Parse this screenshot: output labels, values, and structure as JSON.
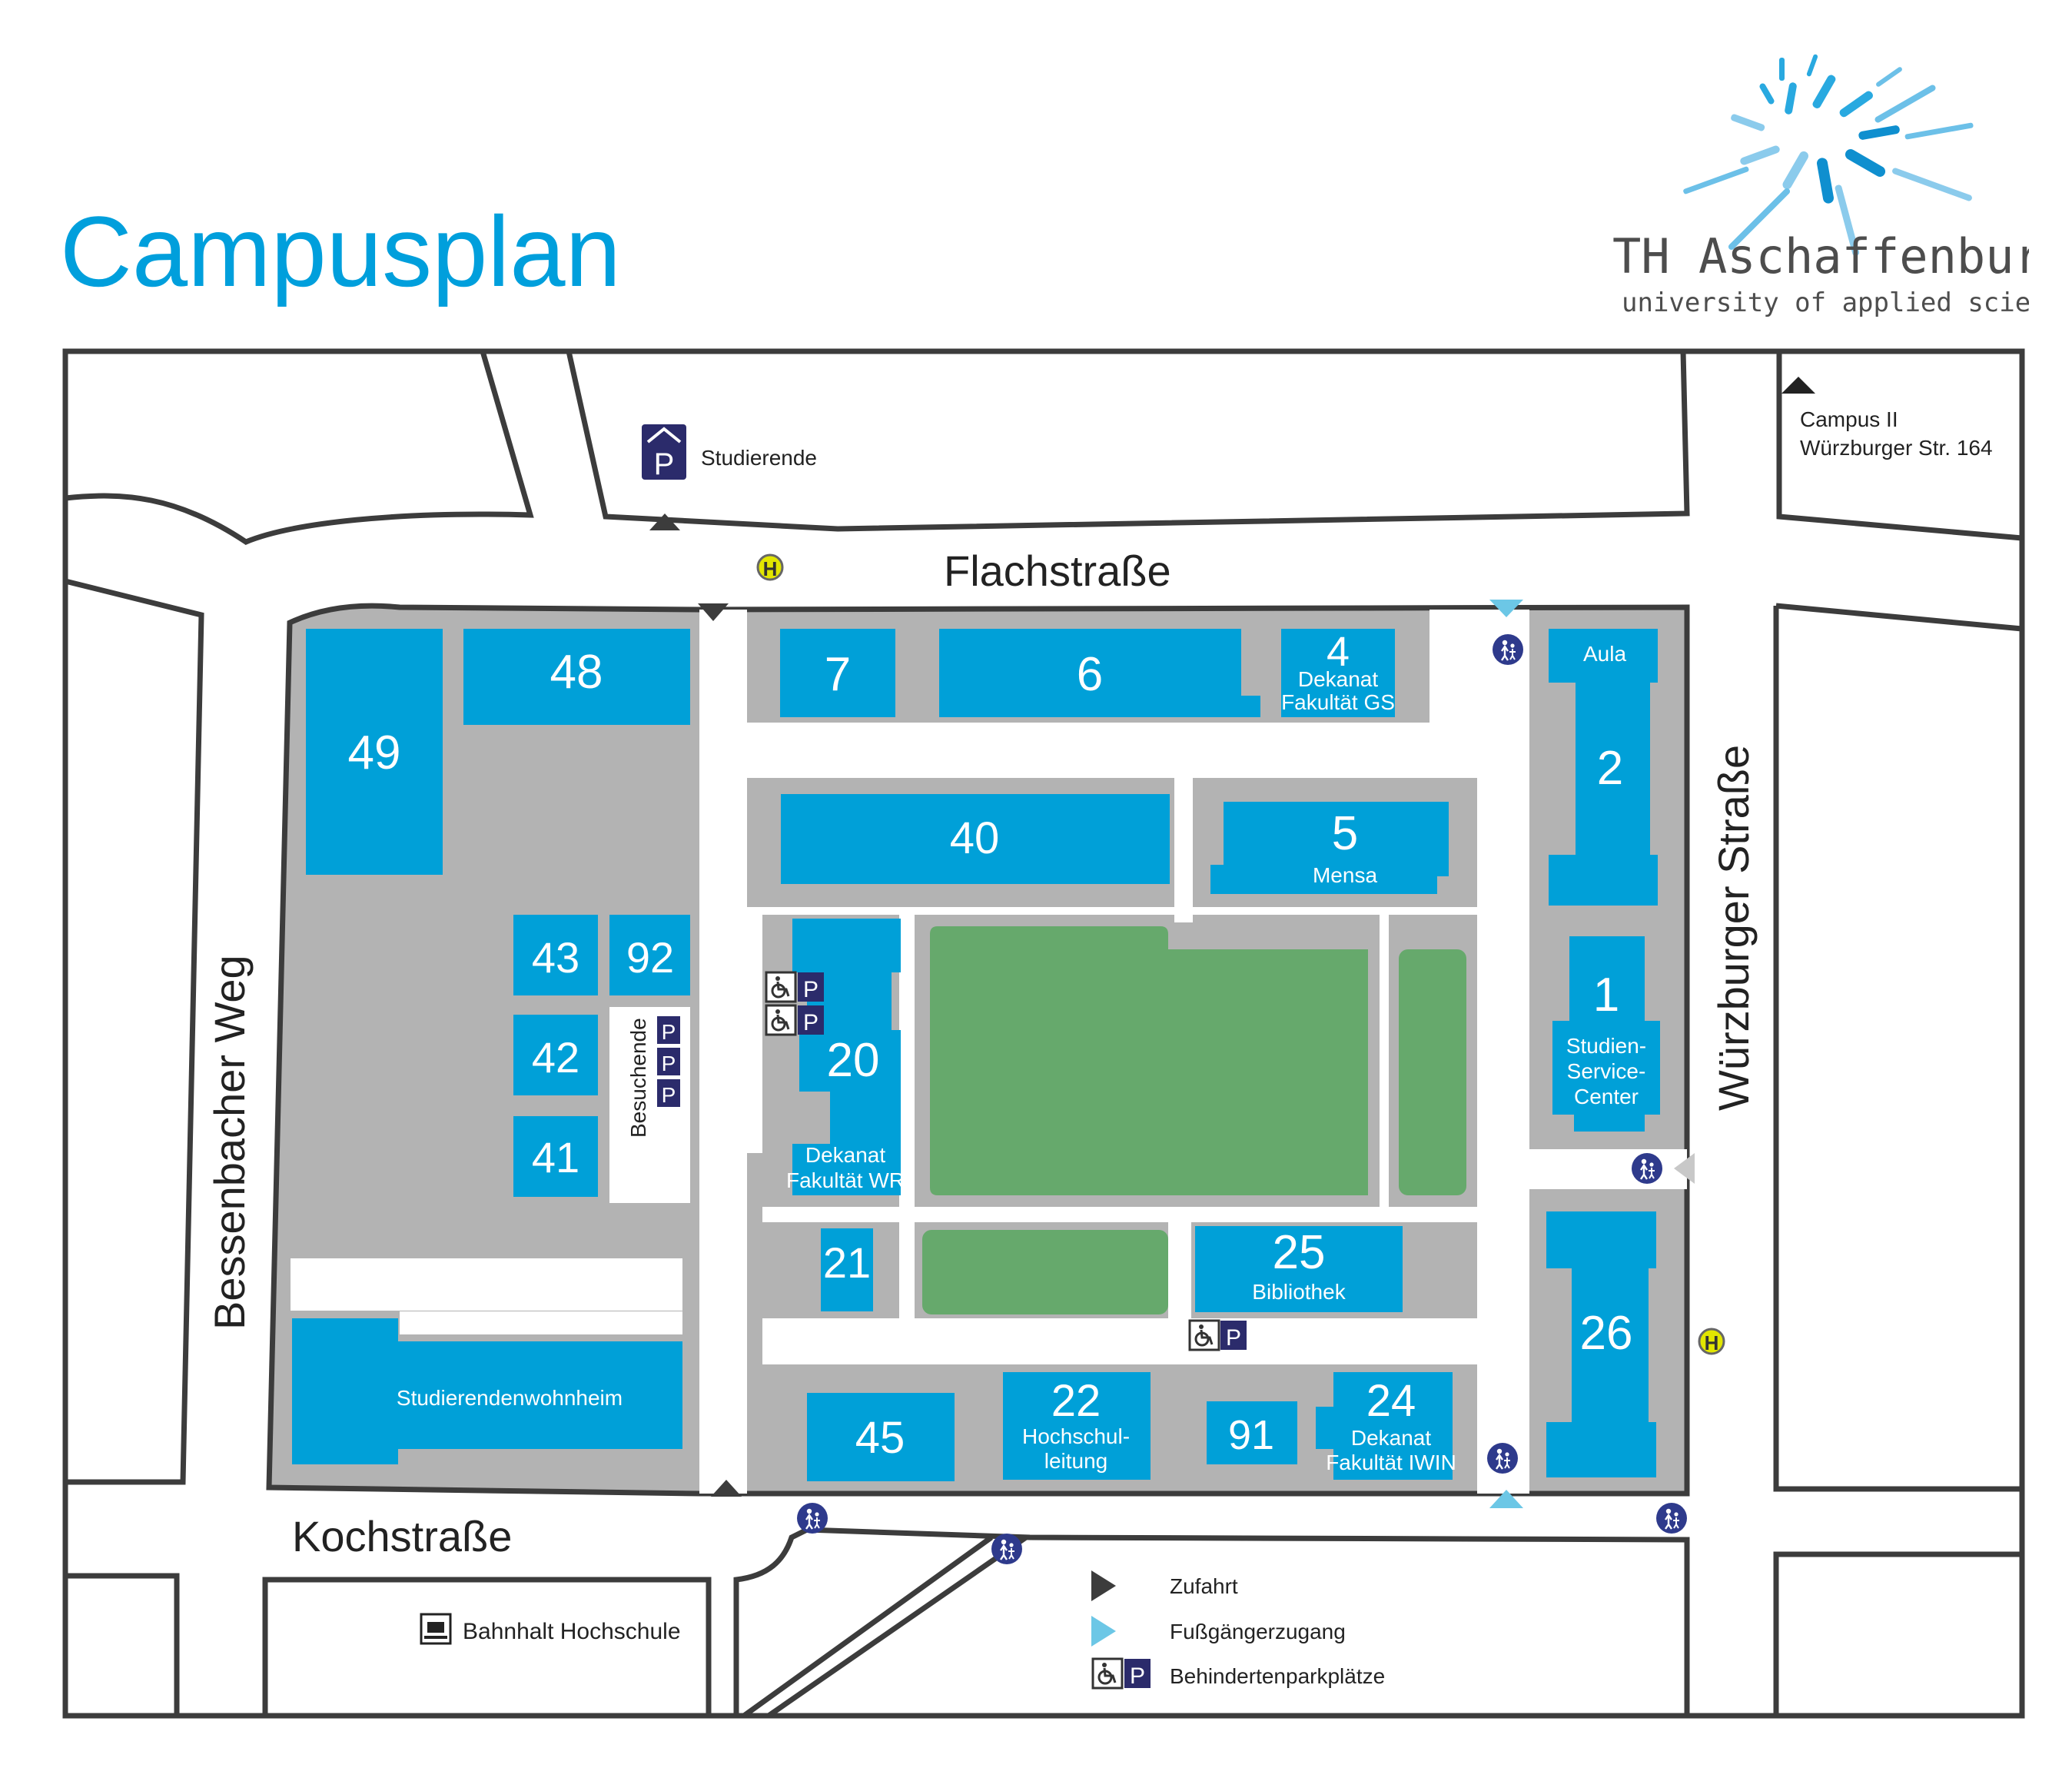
{
  "page_title": "Campusplan",
  "logo": {
    "name": "TH Aschaffenburg",
    "subtitle": "university of applied sciences"
  },
  "colors": {
    "building": "#00a0d8",
    "area": "#b3b3b3",
    "green": "#66a96c",
    "outline": "#3c3c3c",
    "accent": "#009fdc",
    "parking": "#2b2b6b",
    "bus": "#e2e600",
    "pedestrian": "#6cc7e6"
  },
  "streets": {
    "flach": "Flachstraße",
    "koch": "Kochstraße",
    "bessenbacher": "Bessenbacher Weg",
    "wuerzburger": "Würzburger Straße"
  },
  "campus2": {
    "line1": "Campus II",
    "line2": "Würzburger Str. 164"
  },
  "parking": {
    "students": "Studierende",
    "visitors": "Besuchende",
    "symbol": "P"
  },
  "bus_symbol": "H",
  "train_stop": "Bahnhalt Hochschule",
  "buildings": {
    "b49": "49",
    "b48": "48",
    "b7": "7",
    "b6": "6",
    "b4": "4",
    "b4_sub1": "Dekanat",
    "b4_sub2": "Fakultät GS",
    "b40": "40",
    "b5": "5",
    "b5_sub": "Mensa",
    "aula": "Aula",
    "b2": "2",
    "b1": "1",
    "b1_sub1": "Studien-",
    "b1_sub2": "Service-",
    "b1_sub3": "Center",
    "b43": "43",
    "b92": "92",
    "b42": "42",
    "b41": "41",
    "b20": "20",
    "b20_sub1": "Dekanat",
    "b20_sub2": "Fakultät WR",
    "b21": "21",
    "b25": "25",
    "b25_sub": "Bibliothek",
    "b26": "26",
    "dorm": "Studierendenwohnheim",
    "b45": "45",
    "b22": "22",
    "b22_sub1": "Hochschul-",
    "b22_sub2": "leitung",
    "b91": "91",
    "b24": "24",
    "b24_sub1": "Dekanat",
    "b24_sub2": "Fakultät IWIN"
  },
  "legend": {
    "access": "Zufahrt",
    "pedestrian": "Fußgängerzugang",
    "disabled_parking": "Behindertenparkplätze"
  }
}
